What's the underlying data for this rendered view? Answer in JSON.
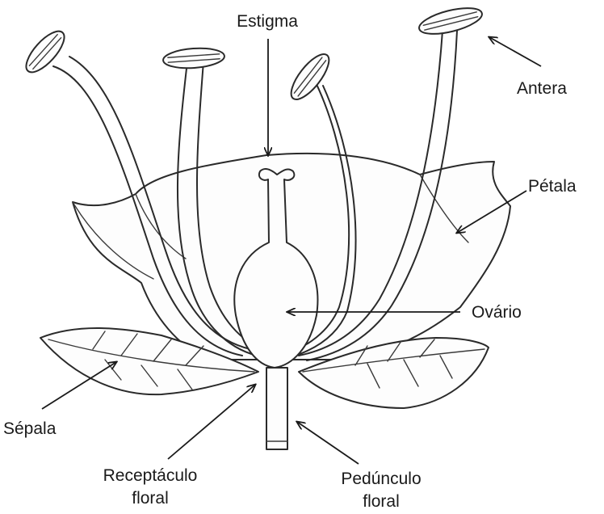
{
  "labels": {
    "estigma": "Estigma",
    "antera": "Antera",
    "petala": "Pétala",
    "ovario": "Ovário",
    "sepala": "Sépala",
    "receptaculo_line1": "Receptáculo",
    "receptaculo_line2": "floral",
    "pedunculo_line1": "Pedúnculo",
    "pedunculo_line2": "floral"
  }
}
